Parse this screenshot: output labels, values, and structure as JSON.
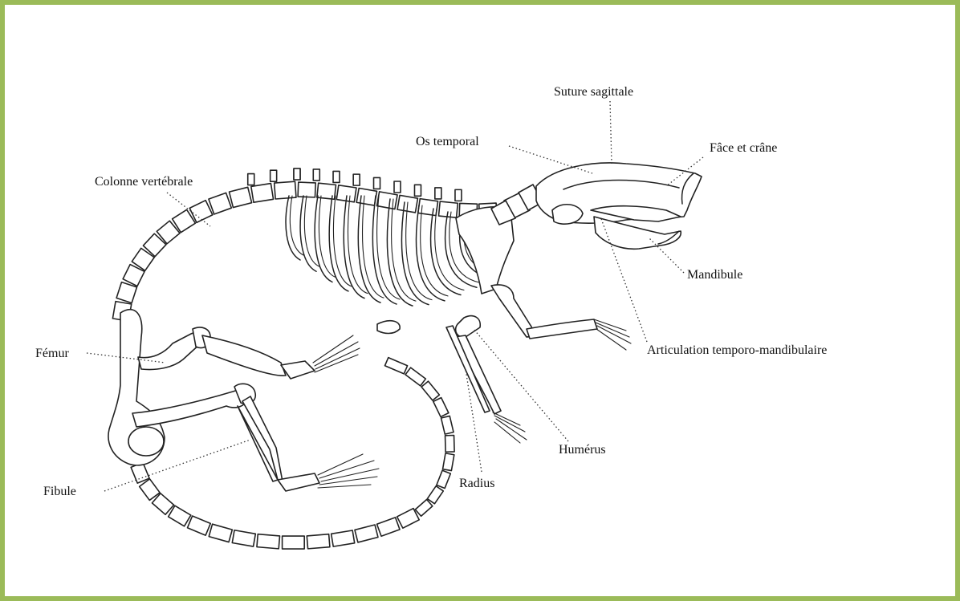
{
  "labels": {
    "suture_sagittale": "Suture sagittale",
    "os_temporal": "Os temporal",
    "face_crane": "Fâce et crâne",
    "colonne": "Colonne vertébrale",
    "mandibule": "Mandibule",
    "articulation": "Articulation temporo-mandibulaire",
    "femur": "Fémur",
    "humerus": "Humérus",
    "fibule": "Fibule",
    "radius": "Radius"
  },
  "colors": {
    "border": "#9bbb59",
    "ink": "#222222"
  }
}
